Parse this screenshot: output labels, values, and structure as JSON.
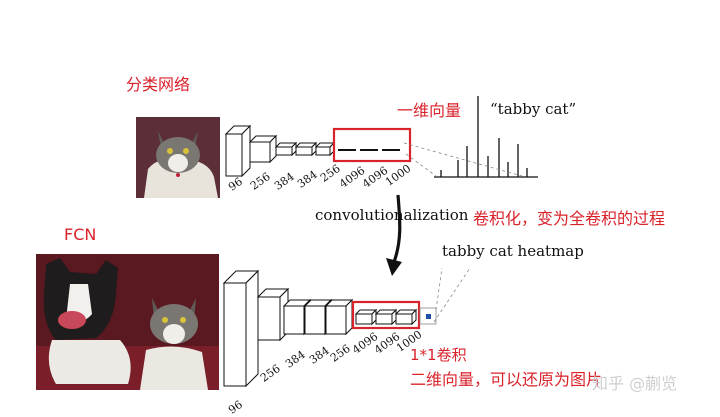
{
  "annotations": {
    "classification_net": "分类网络",
    "fcn": "FCN",
    "one_dim_vector": "一维向量",
    "convolutionalization": "convolutionalization",
    "conv_process": "卷积化，变为全卷积的过程",
    "one_by_one_conv": "1*1卷积",
    "two_dim_vector": "二维向量，可以还原为图片"
  },
  "top_net": {
    "output_label": "“tabby cat”",
    "layer_labels": [
      "96",
      "256",
      "384",
      "384",
      "256",
      "4096",
      "4096",
      "1000"
    ]
  },
  "bottom_net": {
    "output_label": "tabby cat heatmap",
    "layer_labels": [
      "96",
      "256",
      "384",
      "384",
      "256",
      "4096",
      "4096",
      "1000"
    ]
  },
  "watermark": "知乎 @蒯览",
  "colors": {
    "accent_red": "#d9232b",
    "heatmap_blue": "#1f4fa8"
  }
}
